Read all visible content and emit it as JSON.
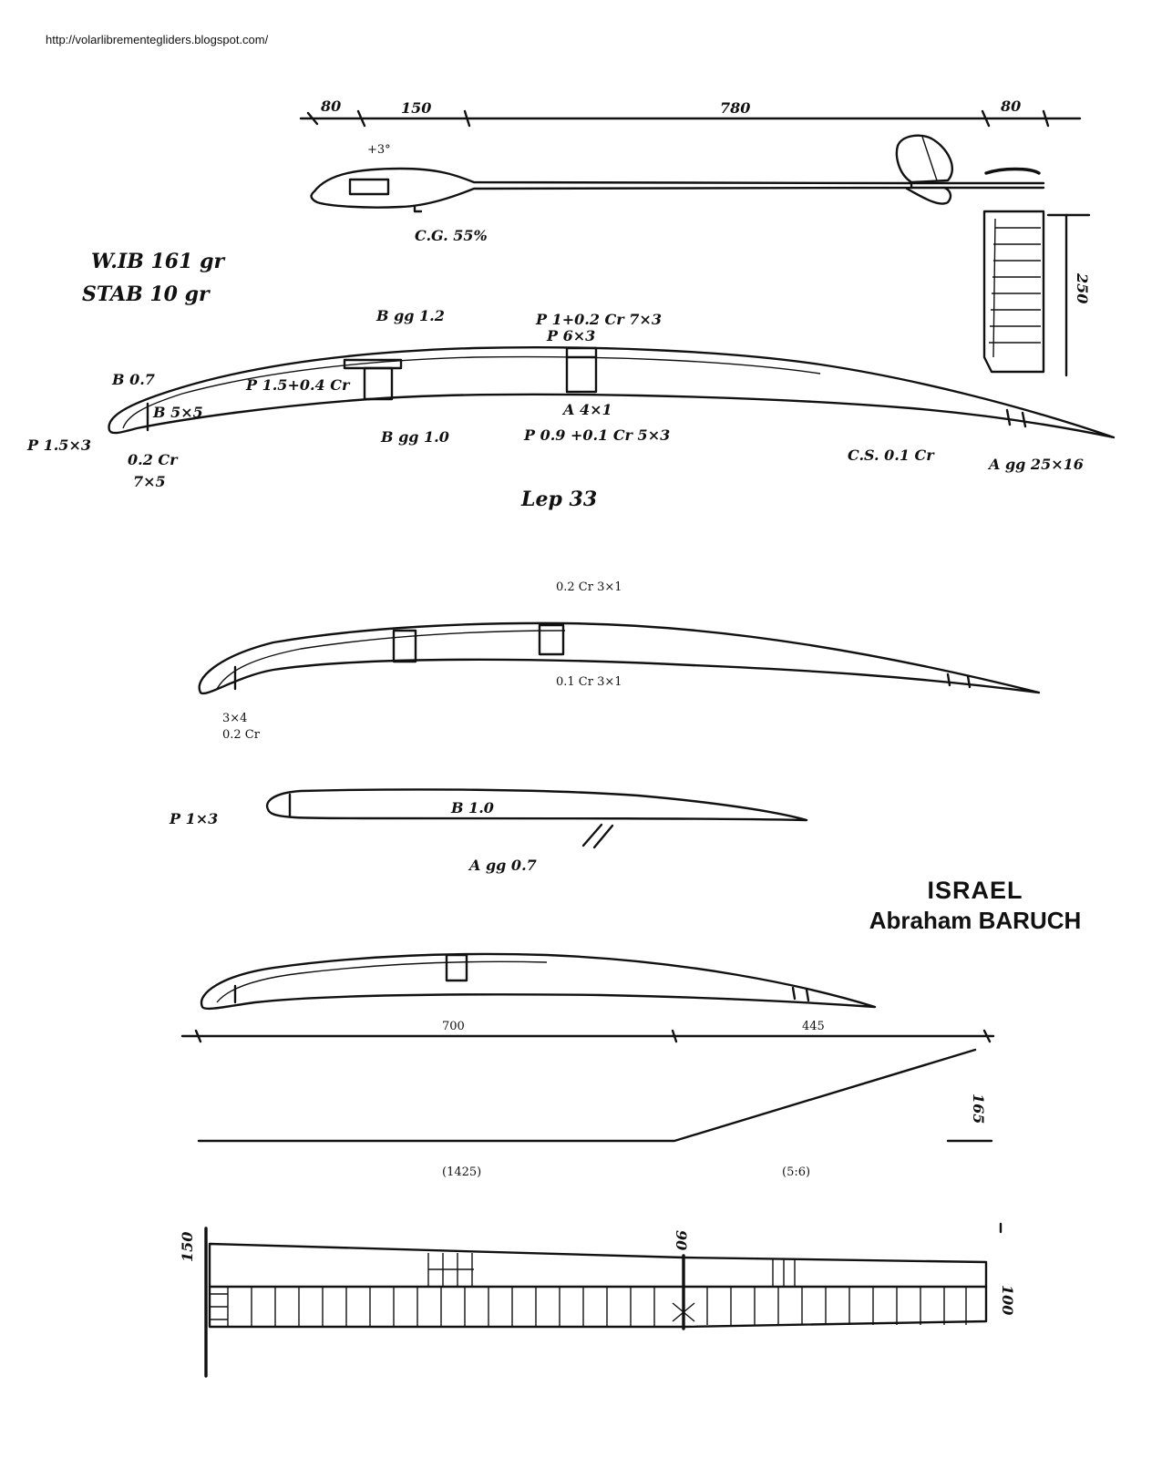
{
  "header": {
    "url": "http://volarlibrementegliders.blogspot.com/"
  },
  "credit": {
    "country": "ISRAEL",
    "author": "Abraham BARUCH"
  },
  "side_view": {
    "dimensions": [
      "80",
      "150",
      "780",
      "80"
    ],
    "angle": "+3°",
    "cg": "C.G. 55%"
  },
  "stabilizer_plan": {
    "span_dim": "250"
  },
  "weights": {
    "wing": "W.IB 161 gr",
    "stab": "STAB 10 gr"
  },
  "wing_section": {
    "labels": {
      "top_sheet": "B gg 1.2",
      "spar_top": "P 1+0.2 Cr 7×3",
      "spar_cap": "P 6×3",
      "le_sheet": "B 0.7",
      "spar_front": "P 1.5+0.4 Cr",
      "le_ins": "B 5×5",
      "le_strip": "P 1.5×3",
      "le_carbon": "0.2 Cr",
      "le_size": "7×5",
      "bottom_sheet": "B gg 1.0",
      "web": "A 4×1",
      "spar_bottom": "P 0.9 +0.1 Cr 5×3",
      "te_carbon": "C.S. 0.1 Cr",
      "te_strip": "A gg 25×16",
      "profile": "Lep 33"
    }
  },
  "wing_section_2": {
    "top_label": "0.2 Cr 3×1",
    "bottom_label": "0.1 Cr 3×1",
    "le_label": "3×4",
    "le_carbon": "0.2 Cr"
  },
  "stab_section": {
    "le_label": "P 1×3",
    "skin_label": "B 1.0",
    "te_label": "A gg 0.7"
  },
  "wing_plan": {
    "span_dims": [
      "700",
      "445"
    ],
    "dihedral": "165",
    "panel_labels": [
      "(1425)",
      "(5:6)"
    ],
    "root_chord": "150",
    "tip_chord": "100",
    "joint_label": "90"
  }
}
